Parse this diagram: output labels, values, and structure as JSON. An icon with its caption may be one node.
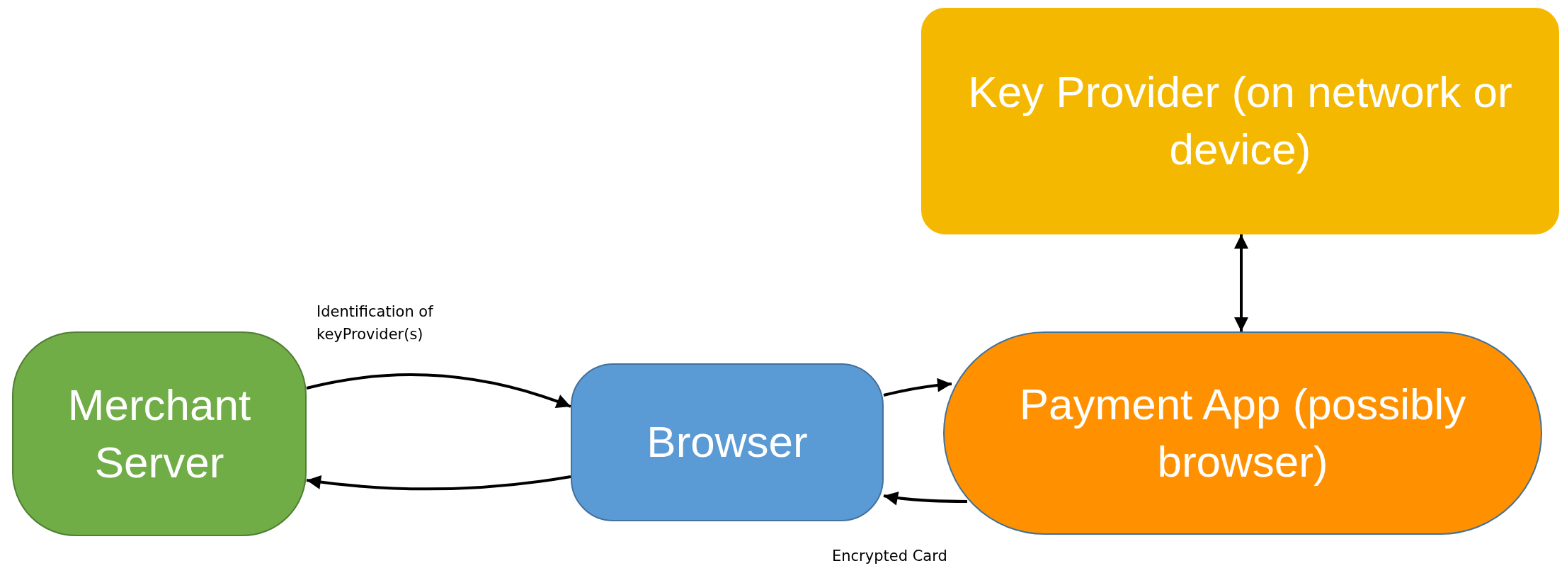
{
  "diagram": {
    "nodes": [
      {
        "text": [
          "Key Provider (on network or device)"
        ]
      },
      {
        "text": [
          "Merchant Server"
        ]
      },
      {
        "text": [
          "Browser"
        ]
      },
      {
        "text": [
          "Payment App (possibly browser)"
        ]
      }
    ],
    "edges": [
      {
        "from": 1,
        "to": 2,
        "arrow": "to",
        "label": "Identification of keyProvider(s)"
      },
      {
        "from": 2,
        "to": 1,
        "arrow": "to"
      },
      {
        "from": 2,
        "to": 3,
        "arrow": "to"
      },
      {
        "from": 3,
        "to": 2,
        "arrow": "to",
        "label": "Encrypted Card"
      },
      {
        "from": 0,
        "to": 3,
        "arrow": "both"
      }
    ]
  }
}
